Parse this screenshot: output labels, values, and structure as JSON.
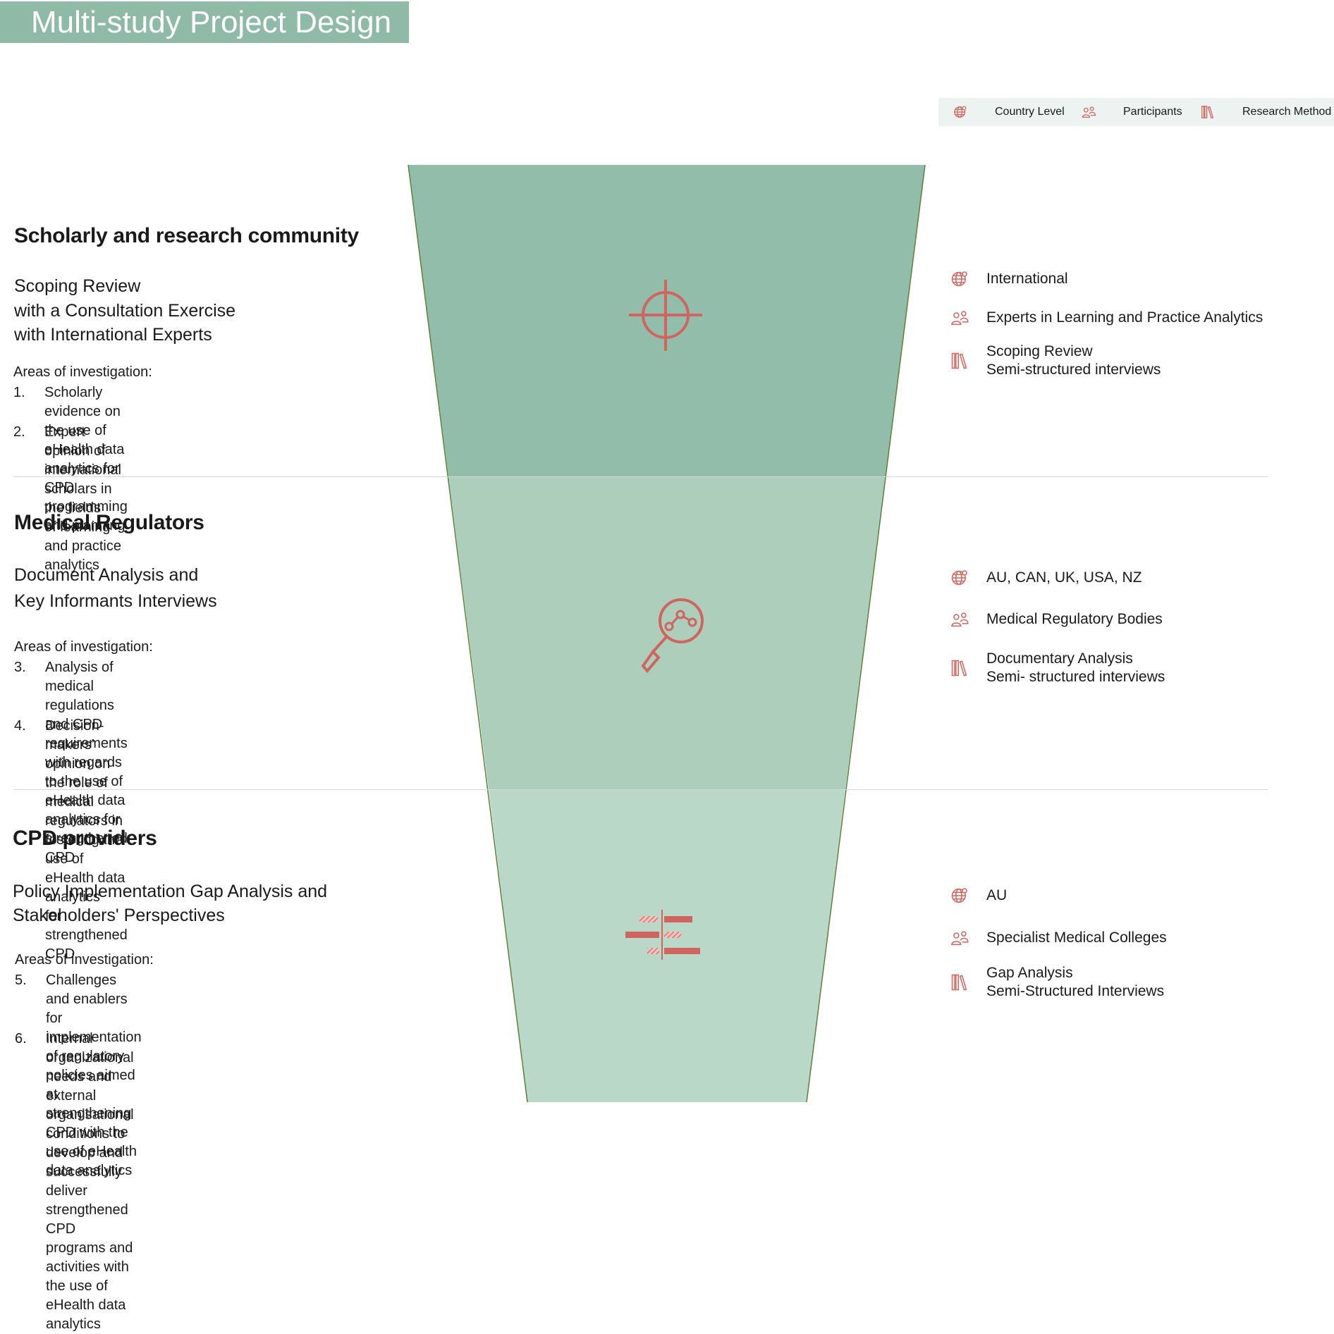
{
  "title": "Multi-study Project Design",
  "colors": {
    "accent": "#d0645e",
    "banner": "#8fbaa8",
    "funnel_top": "#93bdab",
    "funnel_middle": "#acceba",
    "funnel_bottom": "#b9d8c8",
    "legend_bg": "#ecf3f0",
    "funnel_edge": "#5e7f3b"
  },
  "legend": {
    "items": [
      {
        "icon": "globe-icon",
        "label": "Country  Level"
      },
      {
        "icon": "people-icon",
        "label": "Participants"
      },
      {
        "icon": "books-icon",
        "label": "Research Method"
      }
    ]
  },
  "sections": [
    {
      "title": "Scholarly and research community",
      "study_lines": [
        "Scoping Review",
        "with a Consultation Exercise",
        "with International Experts"
      ],
      "areas_label": "Areas of investigation:",
      "areas": [
        {
          "num": "1.",
          "text": "Scholarly evidence on the use of eHealth data\nanalytics for CPD programming and planning"
        },
        {
          "num": "2.",
          "text": "Expert opinion of international scholars in the fields\nof learning and practice analytics"
        }
      ],
      "funnel_icon": "target-icon",
      "info": {
        "country": "International",
        "participants": "Experts in Learning and Practice Analytics",
        "method": "Scoping Review\nSemi-structured interviews"
      }
    },
    {
      "title": "Medical Regulators",
      "study_lines": [
        "Document Analysis and",
        "Key Informants Interviews"
      ],
      "areas_label": "Areas of investigation:",
      "areas": [
        {
          "num": "3.",
          "text": "Analysis of medical regulations and CPD requirements\nwith regards to the use of eHealth data analytics for\nstrengthened CPD"
        },
        {
          "num": "4.",
          "text": "Decision-makers’ opinion on the role of medical\nregulators in fostering the use of eHealth data analytics\nfor strengthened CPD"
        }
      ],
      "funnel_icon": "magnifier-analytics-icon",
      "info": {
        "country": "AU, CAN, UK, USA, NZ",
        "participants": "Medical Regulatory Bodies",
        "method": "Documentary Analysis\nSemi- structured interviews"
      }
    },
    {
      "title": "CPD providers",
      "study_lines": [
        "Policy Implementation Gap Analysis and",
        "Stakeholders' Perspectives"
      ],
      "areas_label": "Areas of investigation:",
      "areas": [
        {
          "num": "5.",
          "text": "Challenges and enablers for implementation of regulatory\npolicies aimed at strengthening CPD with the use of eHealth\ndata analytics"
        },
        {
          "num": "6.",
          "text": "Internal organizational needs and external organisational\nconditions to develop and successfully deliver strengthened\nCPD programs and activities with the use of eHealth data\nanalytics"
        }
      ],
      "funnel_icon": "gap-bars-icon",
      "info": {
        "country": "AU",
        "participants": "Specialist Medical Colleges",
        "method": "Gap Analysis\nSemi-Structured Interviews"
      }
    }
  ]
}
